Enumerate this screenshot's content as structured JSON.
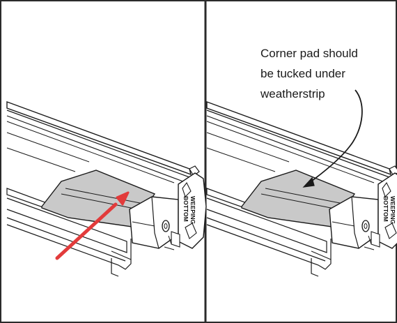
{
  "callout": {
    "line1": "Corner pad should",
    "line2": "be  tucked  under",
    "line3": "weatherstrip"
  },
  "part_tag": {
    "line1": "WEEPING",
    "line2": "BOTTOM"
  },
  "colors": {
    "border": "#2b2b2b",
    "pad_fill": "#c9c9c9",
    "arrow": "#e23b3b",
    "line": "#1a1a1a"
  }
}
